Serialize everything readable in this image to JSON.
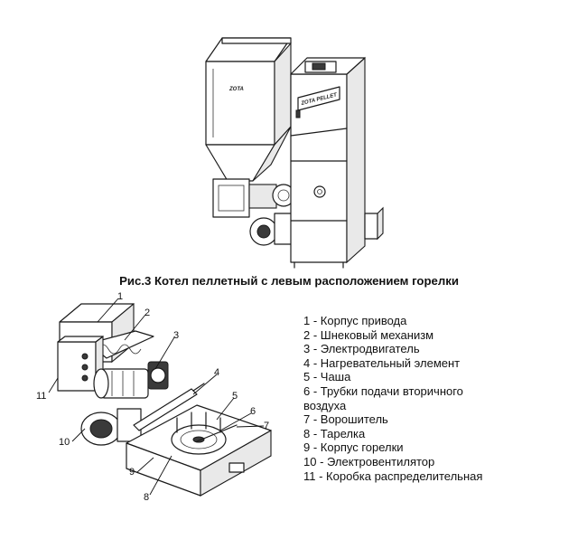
{
  "figure": {
    "caption": "Рис.3 Котел пеллетный с левым расположением горелки",
    "boiler_brand_hopper": "ZOTA",
    "boiler_brand_front": "ZOTA PELLET"
  },
  "callout_numbers": [
    "1",
    "2",
    "3",
    "4",
    "5",
    "6",
    "7",
    "8",
    "9",
    "10",
    "11"
  ],
  "legend": [
    "1 - Корпус привода",
    "2 - Шнековый механизм",
    "3 - Электродвигатель",
    "4 - Нагревательный элемент",
    "5 - Чаша",
    "6 - Трубки подачи вторичного воздуха",
    "7 - Ворошитель",
    "8 - Тарелка",
    "9 - Корпус горелки",
    "10 - Электровентилятор",
    "11 - Коробка распределительная"
  ]
}
